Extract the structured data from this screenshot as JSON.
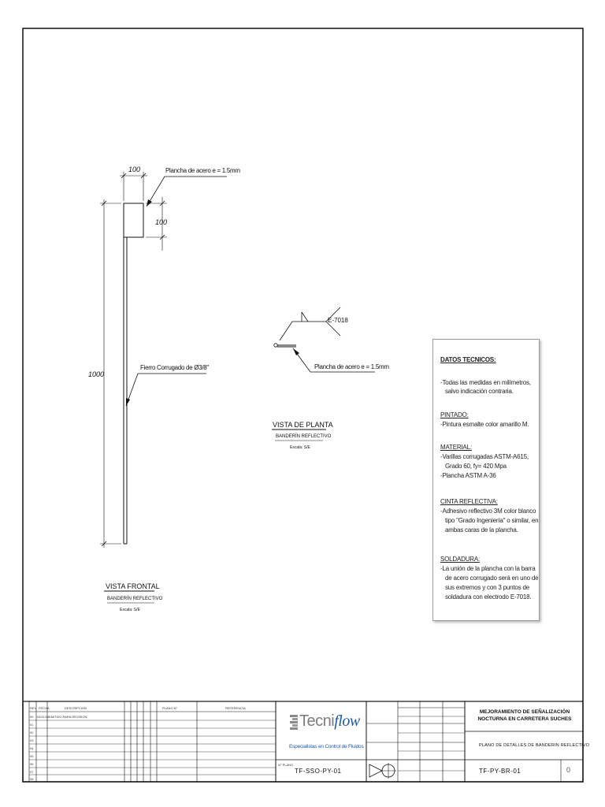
{
  "frontal": {
    "dim_width": "100",
    "dim_height": "100",
    "dim_total": "1000",
    "label_plate": "Plancha de acero e = 1.5mm",
    "label_bar": "Fierro Corrugado de Ø3/8\"",
    "view_title": "VISTA FRONTAL",
    "view_subtitle": "BANDERÍN REFLECTIVO",
    "scale": "Escala: S/E"
  },
  "planta": {
    "weld_label": "E-7018",
    "label_plate": "Plancha de acero e = 1.5mm",
    "view_title": "VISTA DE PLANTA",
    "view_subtitle": "BANDERÍN REFLECTIVO",
    "scale": "Escala: S/E"
  },
  "notes": {
    "title": "DATOS TECNICOS:",
    "line1": "-Todas las medidas en milímetros,",
    "line2": "salvo indicación contraria.",
    "pintado_h": "PINTADO:",
    "pintado_1": "-Pintura esmalte color amarillo M.",
    "material_h": "MATERIAL:",
    "material_1": "-Varillas corrugadas ASTM-A615,",
    "material_2": "Grado 60, fy= 420 Mpa",
    "material_3": "-Plancha ASTM A-36",
    "cinta_h": "CINTA REFLECTIVA:",
    "cinta_1": "-Adhesivo reflectivo 3M color blanco",
    "cinta_2": "tipo \"Grado Ingeniería\" o similar, en",
    "cinta_3": "ambas caras de la plancha.",
    "sold_h": "SOLDADURA:",
    "sold_1": "-La unión de la plancha con la barra",
    "sold_2": "de acero corrugado será en uno de",
    "sold_3": "sus extremos y con 3 puntos de",
    "sold_4": "soldadura con electrodo E-7018."
  },
  "titleblock": {
    "rev_headers": [
      "REV",
      "FECHA",
      "DESCRIPCION"
    ],
    "rev_first_row": [
      "00",
      "04/11/14",
      "EMITIDO PARA REVISION"
    ],
    "rev_numbers": [
      "00",
      "01",
      "02",
      "03",
      "04",
      "05",
      "06",
      "07",
      "08"
    ],
    "ref_header": "PLANO N°",
    "ref_desc_header": "REFERENCIA",
    "logo_main": "Tecni",
    "logo_flow": "flow",
    "logo_tagline": "Especialistas en Control de Fluidos",
    "client_plan_label": "N° PLANO",
    "client_plan_no": "TF-SSO-PY-01",
    "project_title": "MEJORAMIENTO DE SEÑALIZACIÓN NOCTURNA EN CARRETERA SUCHES",
    "drawing_title": "PLANO DE DETALLES DE BANDERIN REFLECTIVO",
    "drawing_no": "TF-PY-BR-01",
    "revision": "0"
  }
}
